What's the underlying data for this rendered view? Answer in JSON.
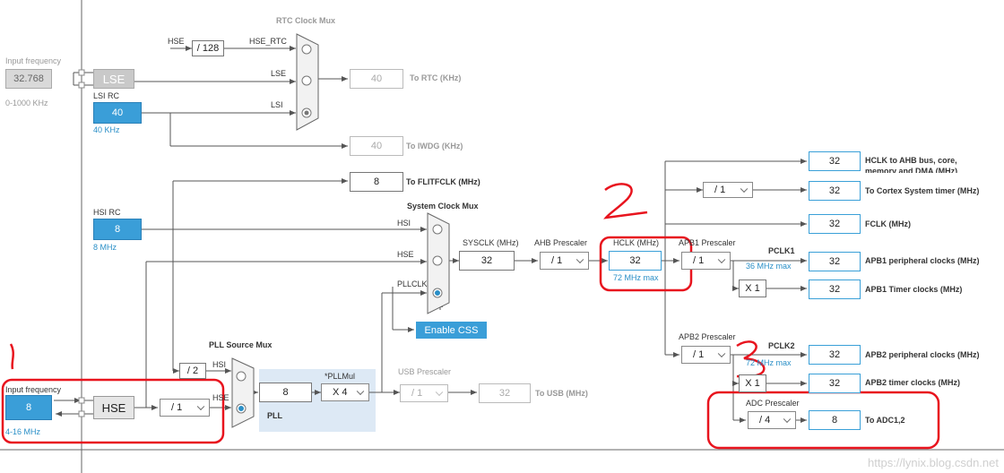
{
  "left_column": {
    "lse_input_freq_label": "Input frequency",
    "lse_input_freq_value": "32.768",
    "lse_input_freq_range": "0-1000 KHz",
    "hse_input_freq_label": "Input frequency",
    "hse_input_freq_value": "8",
    "hse_input_freq_range": "4-16 MHz"
  },
  "sources": {
    "lse": "LSE",
    "lsi_label": "LSI RC",
    "lsi_value": "40",
    "lsi_freq": "40 KHz",
    "hsi_label": "HSI RC",
    "hsi_value": "8",
    "hsi_freq": "8 MHz",
    "hse": "HSE"
  },
  "rtc": {
    "mux_title": "RTC Clock Mux",
    "hse_in": "HSE",
    "div128": "/ 128",
    "hse_rtc": "HSE_RTC",
    "lse_in": "LSE",
    "lsi_in": "LSI",
    "rtc_value": "40",
    "rtc_label": "To RTC (KHz)",
    "iwdg_value": "40",
    "iwdg_label": "To IWDG (KHz)",
    "flit_value": "8",
    "flit_label": "To FLITFCLK (MHz)"
  },
  "sysmux": {
    "title": "System Clock Mux",
    "hsi": "HSI",
    "hse": "HSE",
    "pllclk": "PLLCLK",
    "enable_css": "Enable CSS",
    "sysclk_label": "SYSCLK (MHz)",
    "sysclk_value": "32"
  },
  "ahb": {
    "prescaler_label": "AHB Prescaler",
    "prescaler_value": "/ 1",
    "hclk_label": "HCLK (MHz)",
    "hclk_value": "32",
    "hclk_max": "72 MHz max"
  },
  "outputs": {
    "hclk_bus_value": "32",
    "hclk_bus_label": "HCLK to AHB bus, core, memory and DMA (MHz)",
    "cortex_div": "/ 1",
    "cortex_value": "32",
    "cortex_label": "To Cortex System timer (MHz)",
    "fclk_value": "32",
    "fclk_label": "FCLK (MHz)"
  },
  "apb1": {
    "prescaler_label": "APB1 Prescaler",
    "prescaler_value": "/ 1",
    "pclk1_label": "PCLK1",
    "pclk1_max": "36 MHz max",
    "periph_value": "32",
    "periph_label": "APB1 peripheral clocks (MHz)",
    "mult": "X 1",
    "timer_value": "32",
    "timer_label": "APB1 Timer clocks (MHz)"
  },
  "apb2": {
    "prescaler_label": "APB2 Prescaler",
    "prescaler_value": "/ 1",
    "pclk2_label": "PCLK2",
    "pclk2_max": "72 MHz max",
    "periph_value": "32",
    "periph_label": "APB2 peripheral clocks (MHz)",
    "mult": "X 1",
    "timer_value": "32",
    "timer_label": "APB2 timer clocks (MHz)"
  },
  "adc": {
    "prescaler_label": "ADC Prescaler",
    "prescaler_value": "/ 4",
    "value": "8",
    "label": "To ADC1,2"
  },
  "pll": {
    "src_mux_title": "PLL Source Mux",
    "div2": "/ 2",
    "hsi": "HSI",
    "hse": "HSE",
    "hse_div": "/ 1",
    "input_value": "8",
    "mul_label": "*PLLMul",
    "mul_value": "X 4",
    "pll_label": "PLL"
  },
  "usb": {
    "prescaler_label": "USB Prescaler",
    "prescaler_value": "/ 1",
    "value": "32",
    "label": "To USB (MHz)"
  },
  "annotations": {
    "mark1": "1",
    "mark2": "2",
    "mark3": "3"
  },
  "watermark": "https://lynix.blog.csdn.net",
  "colors": {
    "accent_blue": "#3a9ed8",
    "annotation_red": "#e8141e",
    "pll_panel": "#dde9f5"
  }
}
